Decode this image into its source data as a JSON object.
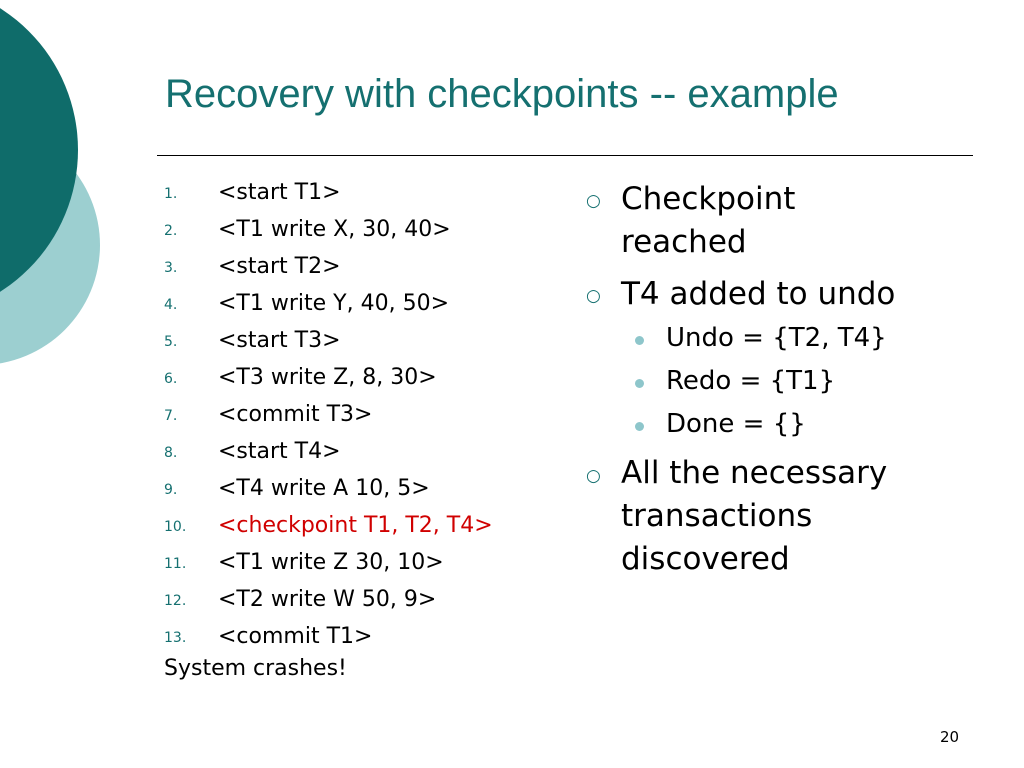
{
  "slide": {
    "title": "Recovery with checkpoints -- example",
    "page_number": "20",
    "accent_color": "#157070",
    "highlight_color": "#d00000"
  },
  "log": {
    "items": [
      {
        "num": "1.",
        "text": "<start T1>"
      },
      {
        "num": "2.",
        "text": "<T1 write X, 30, 40>"
      },
      {
        "num": "3.",
        "text": "<start T2>"
      },
      {
        "num": "4.",
        "text": "<T1 write Y, 40, 50>"
      },
      {
        "num": "5.",
        "text": "<start T3>"
      },
      {
        "num": "6.",
        "text": "<T3 write Z, 8, 30>"
      },
      {
        "num": "7.",
        "text": "<commit T3>"
      },
      {
        "num": "8.",
        "text": "<start T4>"
      },
      {
        "num": "9.",
        "text": "<T4 write A 10, 5>"
      },
      {
        "num": "10.",
        "text": "<checkpoint T1, T2, T4>",
        "highlight": true
      },
      {
        "num": "11.",
        "text": "<T1 write Z 30, 10>"
      },
      {
        "num": "12.",
        "text": "<T2 write W 50, 9>"
      },
      {
        "num": "13.",
        "text": "<commit T1>"
      }
    ],
    "footer": "System crashes!"
  },
  "notes": {
    "bullets": [
      {
        "line1": "Checkpoint",
        "line2": "reached"
      },
      {
        "line1": "T4 added to undo"
      },
      {
        "line1": "All the necessary",
        "line2": "transactions",
        "line3": "discovered"
      }
    ],
    "sub_bullets": [
      "Undo = {T2, T4}",
      "Redo = {T1}",
      "Done = {}"
    ]
  }
}
